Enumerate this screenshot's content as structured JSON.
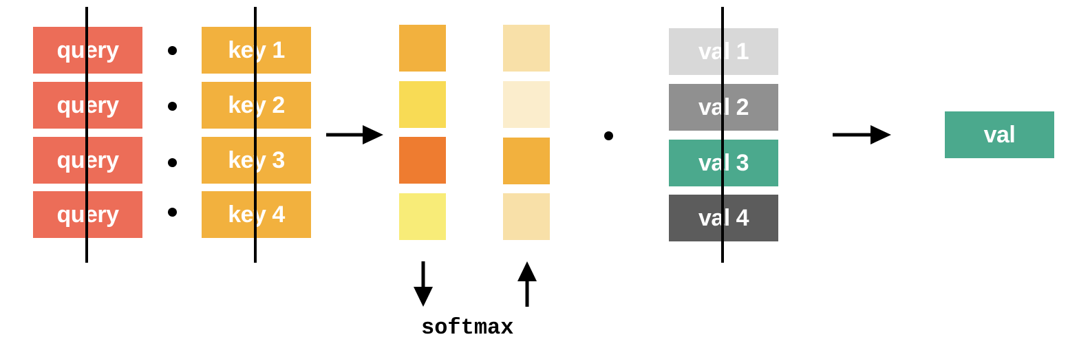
{
  "queries": [
    "query",
    "query",
    "query",
    "query"
  ],
  "keys": [
    "key 1",
    "key 2",
    "key 3",
    "key 4"
  ],
  "values": [
    "val 1",
    "val 2",
    "val 3",
    "val 4"
  ],
  "output": "val",
  "softmax_label": "softmax",
  "colors": {
    "query": "#EC6D58",
    "key": "#F2B13E",
    "scores": [
      "#F2B13E",
      "#F8DB55",
      "#EE7C30",
      "#F8EC78"
    ],
    "weights": [
      "#F8E0A8",
      "#FBEDCC",
      "#F2B13E",
      "#F8E0A8"
    ],
    "values": [
      "#D8D8D8",
      "#909090",
      "#4BA98D",
      "#5C5C5C"
    ],
    "output": "#4BA98D"
  }
}
